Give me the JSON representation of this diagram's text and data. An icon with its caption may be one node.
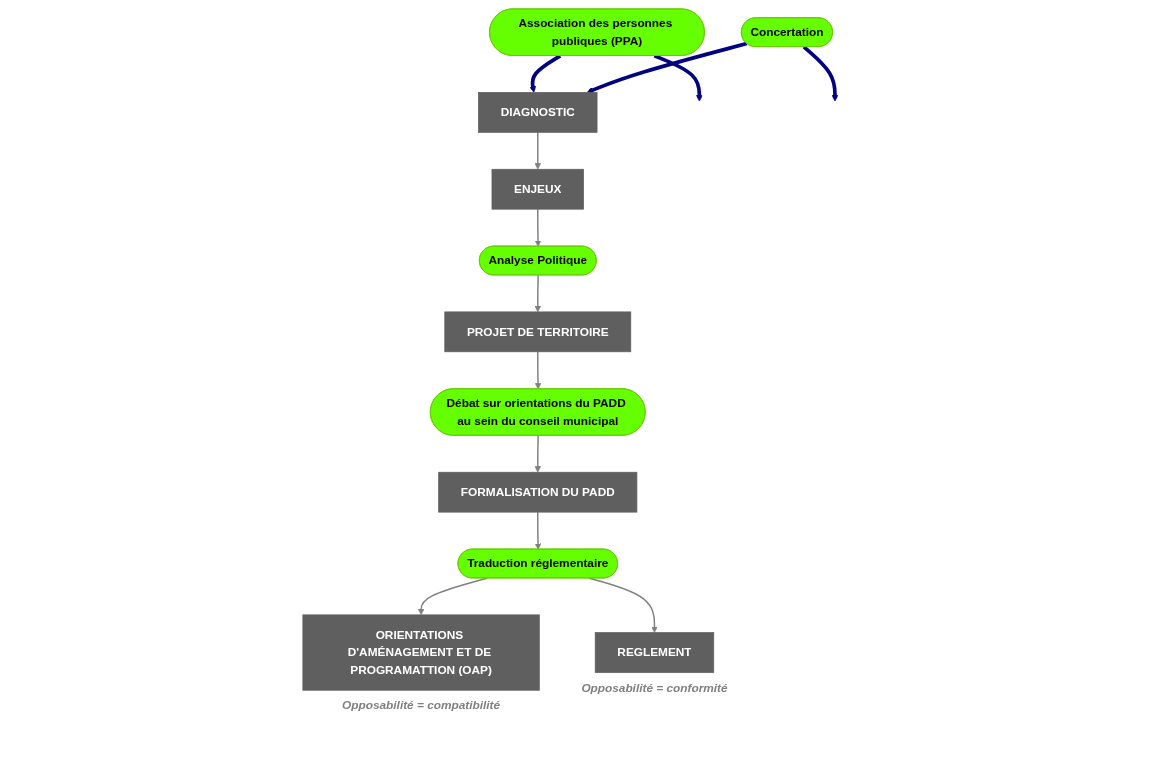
{
  "diagram": {
    "nodes": [
      {
        "text": [
          "DIAGNOSTIC"
        ]
      },
      {
        "text": [
          "ENJEUX"
        ]
      },
      {
        "text": [
          "Analyse Politique"
        ]
      },
      {
        "text": [
          "PROJET DE TERRITOIRE"
        ]
      },
      {
        "text": [
          "Débat sur orientations du PADD au sein du conseil municipal"
        ]
      },
      {
        "text": [
          "FORMALISATION DU PADD"
        ]
      },
      {
        "text": [
          "Traduction réglementaire"
        ]
      },
      {
        "text": [
          "ORIENTATIONS D'AMÉNAGEMENT ET DE PROGRAMATTION (OAP)"
        ],
        "beside": [
          "Opposabilité = compatibilité"
        ]
      },
      {
        "text": [
          "REGLEMENT"
        ],
        "beside": [
          "Opposabilité = conformité"
        ]
      },
      {
        "text": [
          "Association des personnes publiques (PPA)"
        ]
      },
      {
        "text": [
          "Concertation"
        ]
      }
    ],
    "edges": [
      {
        "from": 0,
        "to": 1,
        "arrow": "to"
      },
      {
        "from": 1,
        "to": 2,
        "arrow": "to"
      },
      {
        "from": 2,
        "to": 3,
        "arrow": "to"
      },
      {
        "from": 3,
        "to": 4,
        "arrow": "to"
      },
      {
        "from": 4,
        "to": 5,
        "arrow": "to"
      },
      {
        "from": 5,
        "to": 6,
        "arrow": "to"
      },
      {
        "from": 6,
        "to": 7,
        "arrow": "to"
      },
      {
        "from": 6,
        "to": 8,
        "arrow": "to"
      },
      {
        "from": 9,
        "to": 0,
        "arrow": "to",
        "style": "thick",
        "color": "#000080"
      },
      {
        "from": 9,
        "to": null,
        "arrow": "to",
        "style": "thick",
        "color": "#000080"
      },
      {
        "from": 10,
        "to": 0,
        "arrow": "to",
        "style": "thick",
        "color": "#000080"
      },
      {
        "from": 10,
        "to": null,
        "arrow": "to",
        "style": "thick",
        "color": "#000080"
      }
    ]
  }
}
